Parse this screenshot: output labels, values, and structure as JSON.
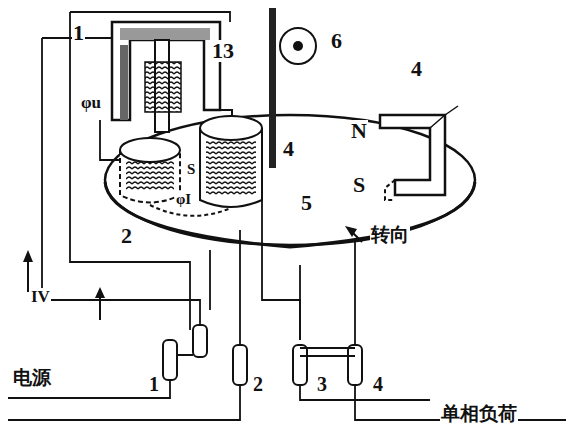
{
  "diagram": {
    "labels": [
      "1",
      "13",
      "φu",
      "6",
      "4",
      "N",
      "S",
      "4",
      "S",
      "φI",
      "5",
      "2",
      "转向",
      "IV",
      "电源",
      "1",
      "2",
      "3",
      "4",
      "单相负荷"
    ]
  }
}
